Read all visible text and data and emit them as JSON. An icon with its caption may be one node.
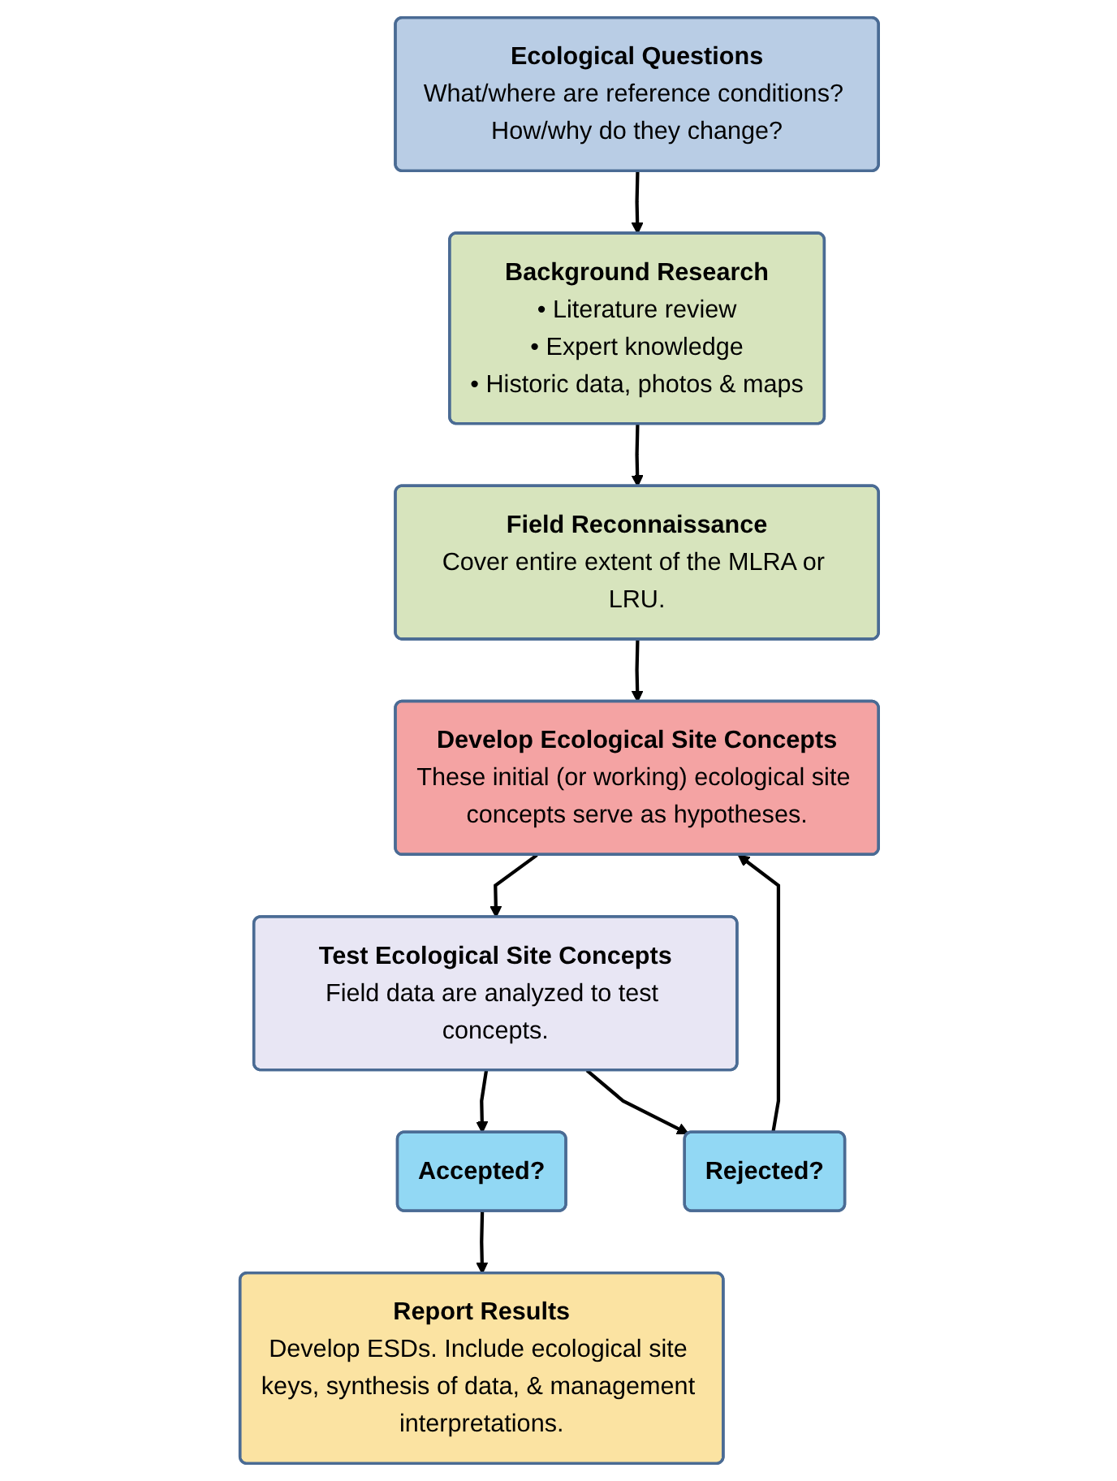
{
  "diagram": {
    "nodes": [
      {
        "text": [
          "Ecological Questions",
          "What/where are reference conditions? How/why do they change?"
        ]
      },
      {
        "text": [
          "Background Research",
          "• Literature review",
          "• Expert knowledge",
          "• Historic data, photos & maps"
        ]
      },
      {
        "text": [
          "Field Reconnaissance",
          "Cover entire extent of the MLRA or LRU."
        ]
      },
      {
        "text": [
          "Develop Ecological Site Concepts",
          "These initial (or working) ecological site concepts serve as hypotheses."
        ]
      },
      {
        "text": [
          "Test Ecological Site Concepts",
          "Field data are analyzed to test concepts."
        ]
      },
      {
        "text": [
          "Accepted?"
        ]
      },
      {
        "text": [
          "Rejected?"
        ]
      },
      {
        "text": [
          "Report Results",
          "Develop ESDs. Include ecological site keys, synthesis of data, & management interpretations."
        ]
      }
    ],
    "edges": [
      {
        "from": 0,
        "to": 1,
        "arrow": "to"
      },
      {
        "from": 1,
        "to": 2,
        "arrow": "to"
      },
      {
        "from": 2,
        "to": 3,
        "arrow": "to"
      },
      {
        "from": 3,
        "to": 4,
        "arrow": "to"
      },
      {
        "from": 4,
        "to": 5,
        "arrow": "to"
      },
      {
        "from": 4,
        "to": 6,
        "arrow": "to"
      },
      {
        "from": 6,
        "to": 3,
        "arrow": "to"
      },
      {
        "from": 5,
        "to": 7,
        "arrow": "to"
      }
    ]
  }
}
